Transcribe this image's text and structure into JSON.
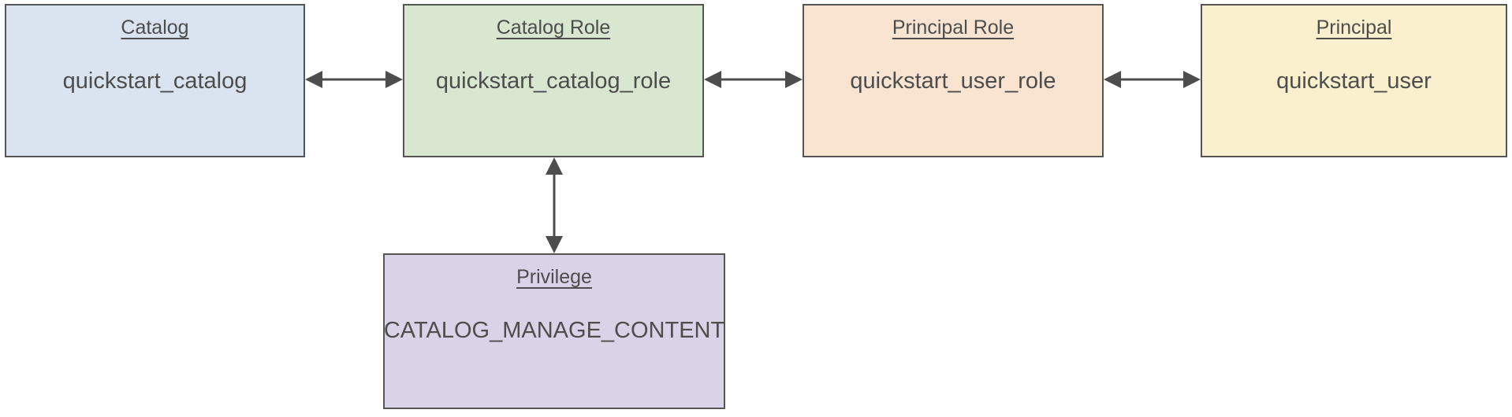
{
  "diagram": {
    "type": "entity-relationship",
    "background_color": "#ffffff",
    "edge_color": "#4d4d4d",
    "border_color": "#555555",
    "text_color": "#4d4d4d",
    "nodes": [
      {
        "id": "catalog",
        "title": "Catalog",
        "value": "quickstart_catalog",
        "fill": "#dae3f0"
      },
      {
        "id": "catalog-role",
        "title": "Catalog Role",
        "value": "quickstart_catalog_role",
        "fill": "#d9e7d0"
      },
      {
        "id": "principal-role",
        "title": "Principal Role",
        "value": "quickstart_user_role",
        "fill": "#f8e4d1"
      },
      {
        "id": "principal",
        "title": "Principal",
        "value": "quickstart_user",
        "fill": "#faf0cd"
      },
      {
        "id": "privilege",
        "title": "Privilege",
        "value": "CATALOG_MANAGE_CONTENT",
        "fill": "#d8d3e6"
      }
    ],
    "edges": [
      {
        "id": "catalog-catalogrole",
        "from": "catalog",
        "to": "catalog-role",
        "style": "double-arrow",
        "orientation": "horizontal"
      },
      {
        "id": "catalogrole-principalrole",
        "from": "catalog-role",
        "to": "principal-role",
        "style": "double-arrow",
        "orientation": "horizontal"
      },
      {
        "id": "principalrole-principal",
        "from": "principal-role",
        "to": "principal",
        "style": "double-arrow",
        "orientation": "horizontal"
      },
      {
        "id": "catalogrole-privilege",
        "from": "catalog-role",
        "to": "privilege",
        "style": "double-arrow",
        "orientation": "vertical"
      }
    ]
  }
}
